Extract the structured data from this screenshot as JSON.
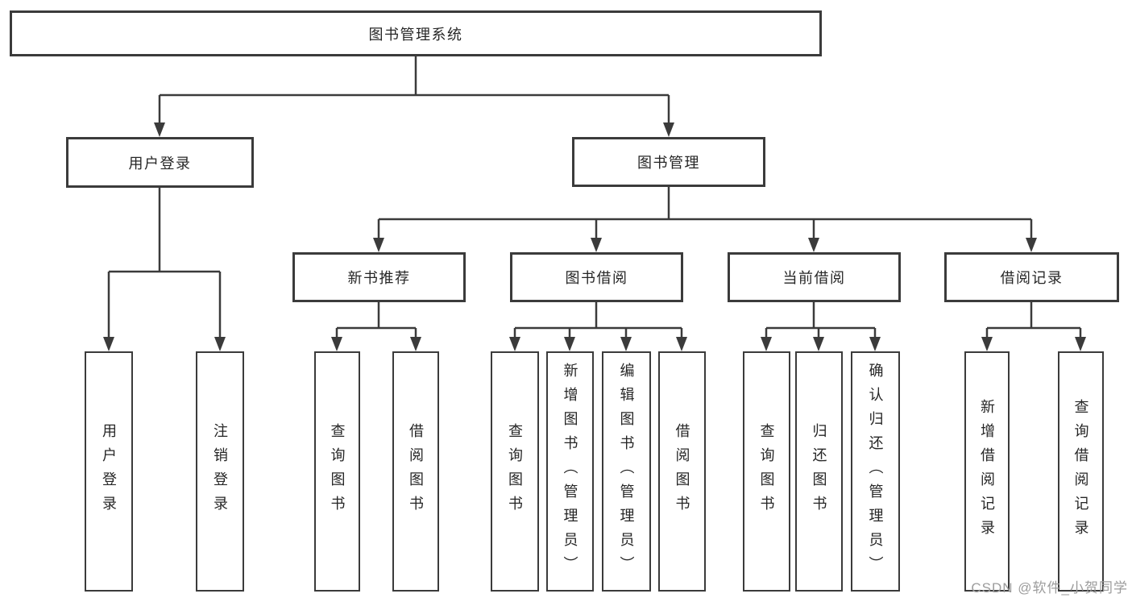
{
  "tree": {
    "label": "图书管理系统",
    "children": [
      {
        "label": "用户登录",
        "children": [
          {
            "label": "用户登录"
          },
          {
            "label": "注销登录"
          }
        ]
      },
      {
        "label": "图书管理",
        "children": [
          {
            "label": "新书推荐",
            "children": [
              {
                "label": "查询图书"
              },
              {
                "label": "借阅图书"
              }
            ]
          },
          {
            "label": "图书借阅",
            "children": [
              {
                "label": "查询图书"
              },
              {
                "label": "新增图书（管理员）"
              },
              {
                "label": "编辑图书（管理员）"
              },
              {
                "label": "借阅图书"
              }
            ]
          },
          {
            "label": "当前借阅",
            "children": [
              {
                "label": "查询图书"
              },
              {
                "label": "归还图书"
              },
              {
                "label": "确认归还（管理员）"
              }
            ]
          },
          {
            "label": "借阅记录",
            "children": [
              {
                "label": "新增借阅记录"
              },
              {
                "label": "查询借阅记录"
              }
            ]
          }
        ]
      }
    ]
  },
  "watermark": {
    "text": "CSDN @软件_小贺同学"
  },
  "colors": {
    "line": "#3b3b3b",
    "box_border": "#3b3b3b",
    "text": "#262626",
    "watermark_text": "#9c9c9c",
    "background": "#ffffff"
  }
}
